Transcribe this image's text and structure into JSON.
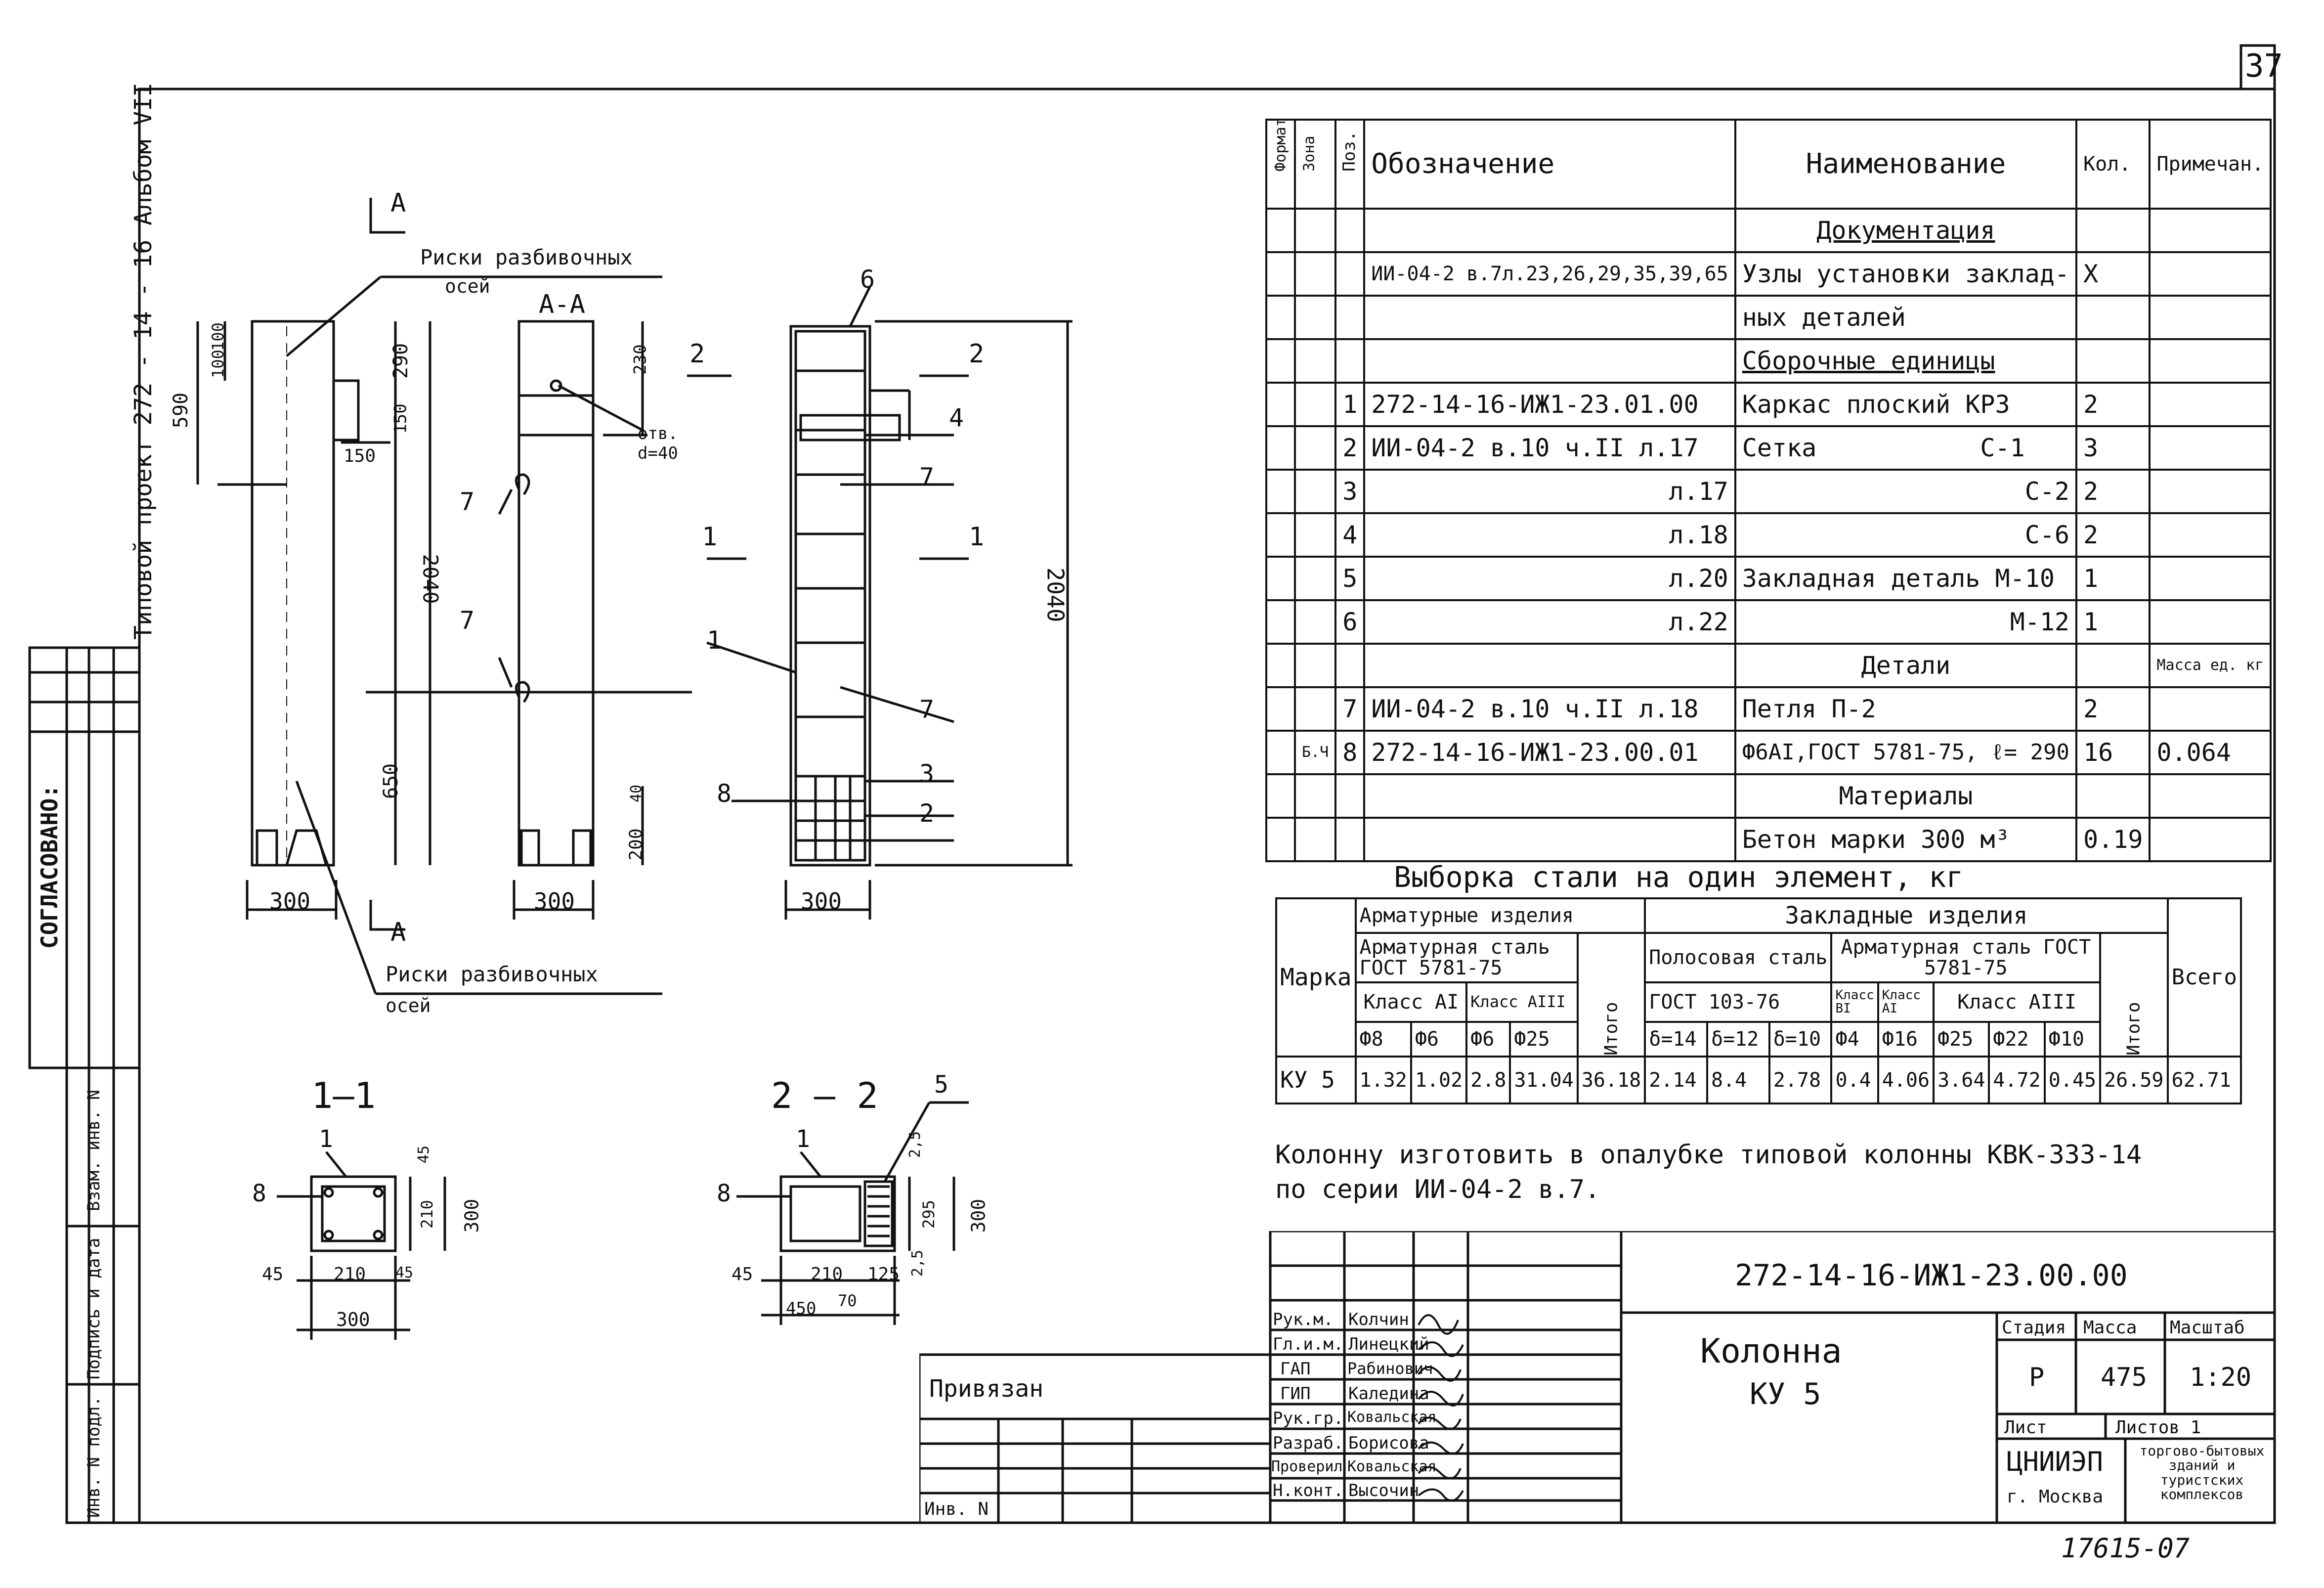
{
  "page_number": "37",
  "side": {
    "project": "Типовой проект 272 - 14 - 16  Альбом VII",
    "agreed": "СОГЛАСОВАНО:",
    "inv_orig": "Инв. N подл.",
    "sign_date": "Подпись и дата",
    "inv_replace": "Взам. инв. N"
  },
  "drawing": {
    "section_mark_a": "А",
    "section_title_aa": "А-А",
    "section_title_11": "1—1",
    "section_title_22": "2 — 2",
    "leader_axes_top": "Риски разбивочных",
    "leader_axes_top_2": "осей",
    "leader_axes_bottom": "Риски разбивочных",
    "leader_axes_bottom_2": "осей",
    "hole_note": "отв.",
    "hole_dia": "d=40",
    "dims": {
      "d590": "590",
      "d100a": "100",
      "d100b": "100",
      "d290": "290",
      "d150a": "150",
      "d150b": "150",
      "d2040": "2040",
      "d650": "650",
      "d300a": "300",
      "d230": "230",
      "d40": "40",
      "d200": "200",
      "d300b": "300",
      "d2040b": "2040",
      "d300c": "300",
      "s45a": "45",
      "s210a": "210",
      "s45b": "45",
      "s300a": "300",
      "s210v": "210",
      "s45v": "45",
      "s300v": "300",
      "s45c": "45",
      "s210b": "210",
      "s125": "125",
      "s450": "450",
      "s70": "70",
      "s25a": "2,5",
      "s295": "295",
      "s25b": "2,5",
      "s300w": "300"
    },
    "pos_labels": [
      "1",
      "2",
      "3",
      "4",
      "5",
      "6",
      "7",
      "8"
    ],
    "cut_1": "1",
    "cut_2": "2"
  },
  "spec": {
    "headers": [
      "Формат",
      "Зона",
      "Поз.",
      "Обозначение",
      "Наименование",
      "Кол.",
      "Примечан."
    ],
    "rows": [
      {
        "pos": "",
        "designation": "",
        "name": "Документация",
        "qty": "",
        "note": "",
        "zone": ""
      },
      {
        "pos": "",
        "designation": "ИИ-04-2 в.7л.23,26,29,35,39,65",
        "name": "Узлы установки заклад-",
        "qty": "X",
        "note": "",
        "zone": ""
      },
      {
        "pos": "",
        "designation": "",
        "name": "ных деталей",
        "qty": "",
        "note": "",
        "zone": ""
      },
      {
        "pos": "",
        "designation": "",
        "name": "Сборочные единицы",
        "qty": "",
        "note": "",
        "zone": ""
      },
      {
        "pos": "1",
        "designation": "272-14-16-ИЖ1-23.01.00",
        "name": "Каркас плоский КР3",
        "qty": "2",
        "note": "",
        "zone": ""
      },
      {
        "pos": "2",
        "designation": "ИИ-04-2 в.10 ч.II л.17",
        "name": "Сетка           С-1",
        "qty": "3",
        "note": "",
        "zone": ""
      },
      {
        "pos": "3",
        "designation": "л.17",
        "name": "С-2",
        "qty": "2",
        "note": "",
        "zone": ""
      },
      {
        "pos": "4",
        "designation": "л.18",
        "name": "С-6",
        "qty": "2",
        "note": "",
        "zone": ""
      },
      {
        "pos": "5",
        "designation": "л.20",
        "name": "Закладная деталь М-10",
        "qty": "1",
        "note": "",
        "zone": ""
      },
      {
        "pos": "6",
        "designation": "л.22",
        "name": "М-12",
        "qty": "1",
        "note": "",
        "zone": ""
      },
      {
        "pos": "",
        "designation": "",
        "name": "Детали",
        "qty": "",
        "note": "Масса ед. кг",
        "zone": ""
      },
      {
        "pos": "7",
        "designation": "ИИ-04-2  в.10 ч.II  л.18",
        "name": "Петля  П-2",
        "qty": "2",
        "note": "",
        "zone": ""
      },
      {
        "pos": "8",
        "designation": "272-14-16-ИЖ1-23.00.01",
        "name": "Ф6АI,ГОСТ 5781-75, ℓ= 290",
        "qty": "16",
        "note": "0.064",
        "zone": "Б.Ч"
      },
      {
        "pos": "",
        "designation": "",
        "name": "Материалы",
        "qty": "",
        "note": "",
        "zone": ""
      },
      {
        "pos": "",
        "designation": "",
        "name": "Бетон марки 300   м³",
        "qty": "0.19",
        "note": "",
        "zone": ""
      }
    ]
  },
  "selection": {
    "title": "Выборка стали на один элемент, кг",
    "h_mark": "Марка",
    "h_rebar_items": "Арматурные изделия",
    "h_embedded": "Закладные изделия",
    "h_rebar_steel": "Арматурная сталь ГОСТ 5781-75",
    "h_strip": "Полосовая сталь",
    "h_rebar_steel2": "Арматурная сталь ГОСТ 5781-75",
    "h_total": "Итого",
    "h_total2": "Итого",
    "h_all": "Всего",
    "h_classAI": "Класс АI",
    "h_classAIII": "Класс АIII",
    "h_gost103": "ГОСТ 103-76",
    "h_BI": "Класс ВI",
    "h_AI": "Класс АI",
    "h_AIII": "Класс АIII",
    "sub": [
      "Ф8",
      "Ф6",
      "Ф6",
      "Ф25",
      "δ=14",
      "δ=12",
      "δ=10",
      "Ф4",
      "Ф16",
      "Ф25",
      "Ф22",
      "Ф10"
    ],
    "row": {
      "mark": "КУ 5",
      "v": [
        "1.32",
        "1.02",
        "2.8",
        "31.04"
      ],
      "total1": "36.18",
      "w": [
        "2.14",
        "8.4",
        "2.78",
        "0.4",
        "4.06",
        "3.64",
        "4.72",
        "0.45"
      ],
      "total2": "26.59",
      "all": "62.71"
    }
  },
  "note_lines": [
    "Колонну изготовить в опалубке типовой колонны КВК-333-14",
    "по серии ИИ-04-2 в.7."
  ],
  "title_block": {
    "code": "272-14-16-ИЖ1-23.00.00",
    "name1": "Колонна",
    "name2": "КУ 5",
    "stage_h": "Стадия",
    "mass_h": "Масса",
    "scale_h": "Масштаб",
    "stage": "Р",
    "mass": "475",
    "scale": "1:20",
    "sheet": "Лист",
    "sheets": "Листов 1",
    "org1": "ЦНИИЭП",
    "org2": "г. Москва",
    "org3": "торгово-бытовых зданий и туристских комплексов",
    "roles": [
      "Рук.м.",
      "Гл.и.м.",
      "ГАП",
      "ГИП",
      "Рук.гр.",
      "Разраб.",
      "Проверил",
      "Н.конт."
    ],
    "names": [
      "Колчин",
      "Линецкий",
      "Рабинович",
      "Каледина",
      "Ковальская",
      "Борисова",
      "Ковальская",
      "Высочин"
    ],
    "bound": "Привязан",
    "inv": "Инв. N"
  },
  "footer_code": "17615-07"
}
